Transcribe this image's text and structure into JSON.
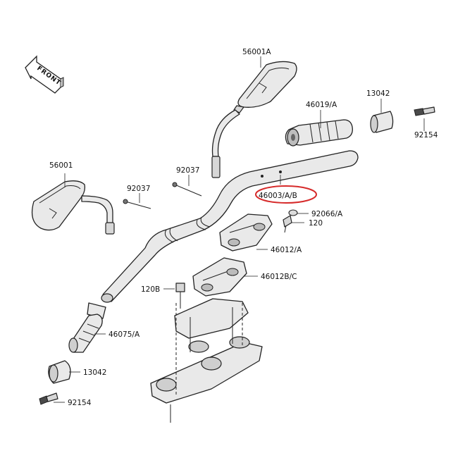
{
  "diagram": {
    "front_indicator": "FRONT",
    "highlight_color": "#d62a2a",
    "labels": {
      "mirror_right": "56001A",
      "mirror_left": "56001",
      "grip_right": "46019/A",
      "end_weight_right": "13042",
      "screw_right": "92154",
      "clamp_bolt_left": "92037",
      "clamp_bolt_right": "92037",
      "handlebar": "46003/A/B",
      "washer": "92066/A",
      "bolt_120": "120",
      "holder_upper": "46012/A",
      "holder_lower": "46012B/C",
      "bolt_120b": "120B",
      "grip_left": "46075/A",
      "end_weight_left": "13042",
      "screw_left": "92154"
    }
  }
}
